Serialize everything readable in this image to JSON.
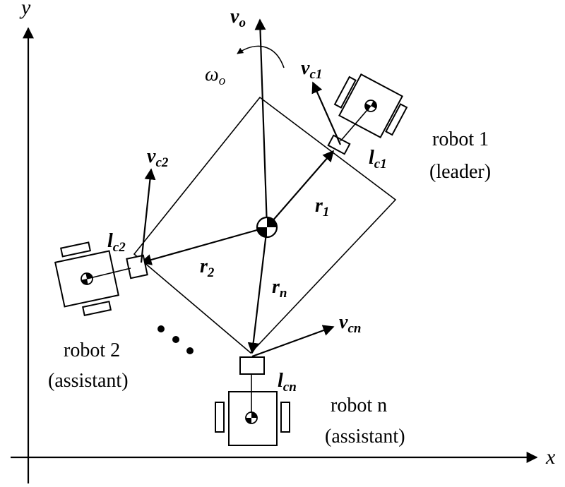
{
  "axes": {
    "x_label": "x",
    "y_label": "y"
  },
  "object": {
    "velocity": {
      "main": "v",
      "sub": "o"
    },
    "angular_velocity": {
      "main": "ω",
      "sub": "o"
    }
  },
  "robots": [
    {
      "name": "robot 1",
      "role": "(leader)",
      "velocity": {
        "main": "v",
        "sub": "c1"
      },
      "contact": {
        "main": "l",
        "sub": "c1"
      },
      "vector": {
        "main": "r",
        "sub": "1"
      }
    },
    {
      "name": "robot 2",
      "role": "(assistant)",
      "velocity": {
        "main": "v",
        "sub": "c2"
      },
      "contact": {
        "main": "l",
        "sub": "c2"
      },
      "vector": {
        "main": "r",
        "sub": "2"
      }
    },
    {
      "name": "robot n",
      "role": "(assistant)",
      "velocity": {
        "main": "v",
        "sub": "cn"
      },
      "contact": {
        "main": "l",
        "sub": "cn"
      },
      "vector": {
        "main": "r",
        "sub": "n"
      }
    }
  ]
}
